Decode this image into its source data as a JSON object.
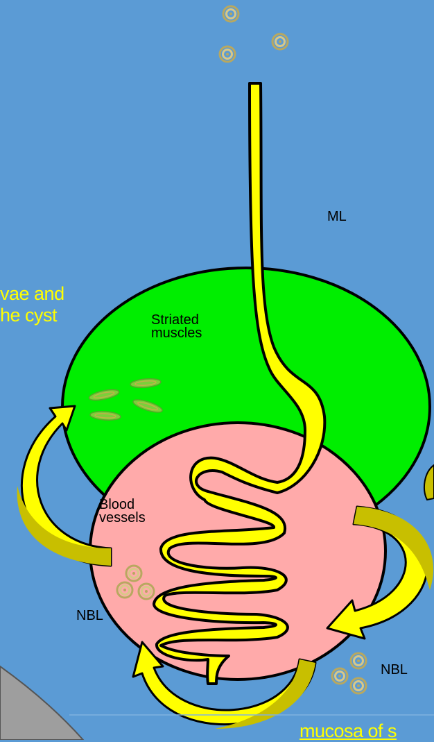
{
  "labels": {
    "ml": "ML",
    "striated_muscles_line1": "Striated",
    "striated_muscles_line2": "muscles",
    "blood_vessels_line1": "Blood",
    "blood_vessels_line2": "vessels",
    "nbl_left": "NBL",
    "nbl_right": "NBL"
  },
  "captions": {
    "cyst_line1": "vae and",
    "cyst_line2": "he cyst",
    "mucosa": "mucosa of s"
  },
  "colors": {
    "background": "#5b9bd5",
    "muscle": "#00ee00",
    "intestine_tissue": "#ffaaaa",
    "gut_tube": "#ffff00",
    "arrow_fill": "#ffff00",
    "arrow_shade": "#c8bf00",
    "caption_text": "#ffff00",
    "outline": "#000000"
  }
}
